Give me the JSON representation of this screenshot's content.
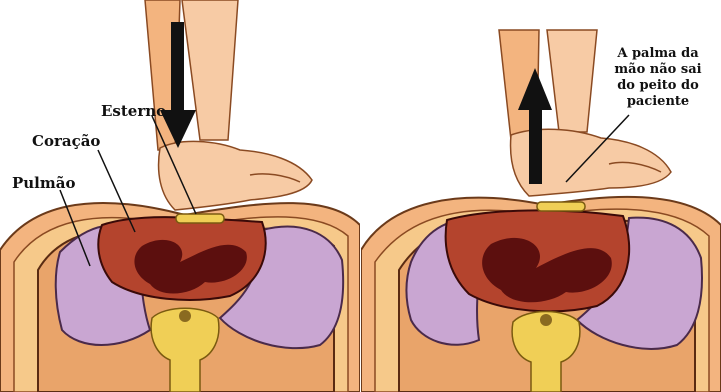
{
  "labels": {
    "esterno": "Esterno",
    "coracao": "Coração",
    "pulmao": "Pulmão"
  },
  "note": {
    "line1": "A palma da",
    "line2": "mão não sai",
    "line3": "do peito do",
    "line4": "paciente"
  },
  "colors": {
    "skin": "#f3b47f",
    "skin_light": "#f7cba5",
    "fat": "#f6c98a",
    "lung": "#c9a6d2",
    "heart": "#b4442d",
    "heart_dark": "#5c0f0e",
    "bone": "#f0cf56",
    "arrow": "#111111"
  }
}
